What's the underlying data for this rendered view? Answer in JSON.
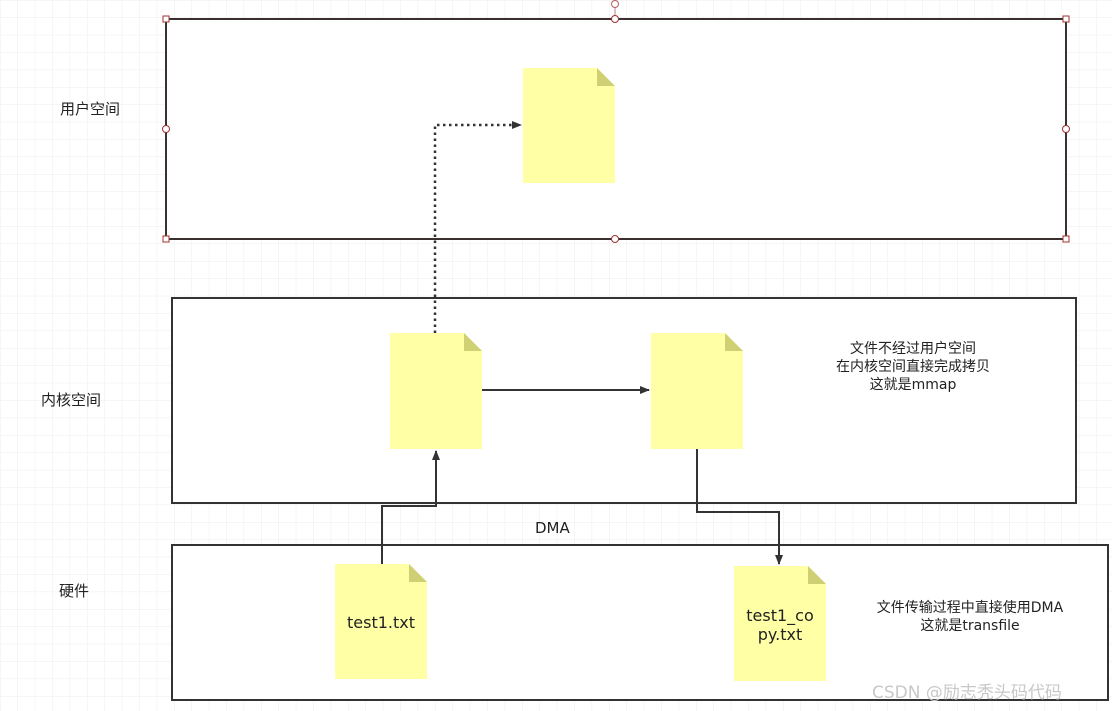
{
  "layers": {
    "user_space": "用户空间",
    "kernel_space": "内核空间",
    "hardware": "硬件"
  },
  "dma_label": "DMA",
  "kernel_note": [
    "文件不经过用户空间",
    "在内核空间直接完成拷贝",
    "这就是mmap"
  ],
  "hardware_note": [
    "文件传输过程中直接使用DMA",
    "这就是transfile"
  ],
  "documents": {
    "source": "test1.txt",
    "copy_line1": "test1_co",
    "copy_line2": "py.txt"
  },
  "watermark": "CSDN @励志秃头码代码",
  "colors": {
    "doc_fill": "#FFFFA6",
    "doc_fold": "#CFCF74",
    "border": "#333333",
    "selection": "#A03030",
    "grid": "#EEEEEE"
  }
}
